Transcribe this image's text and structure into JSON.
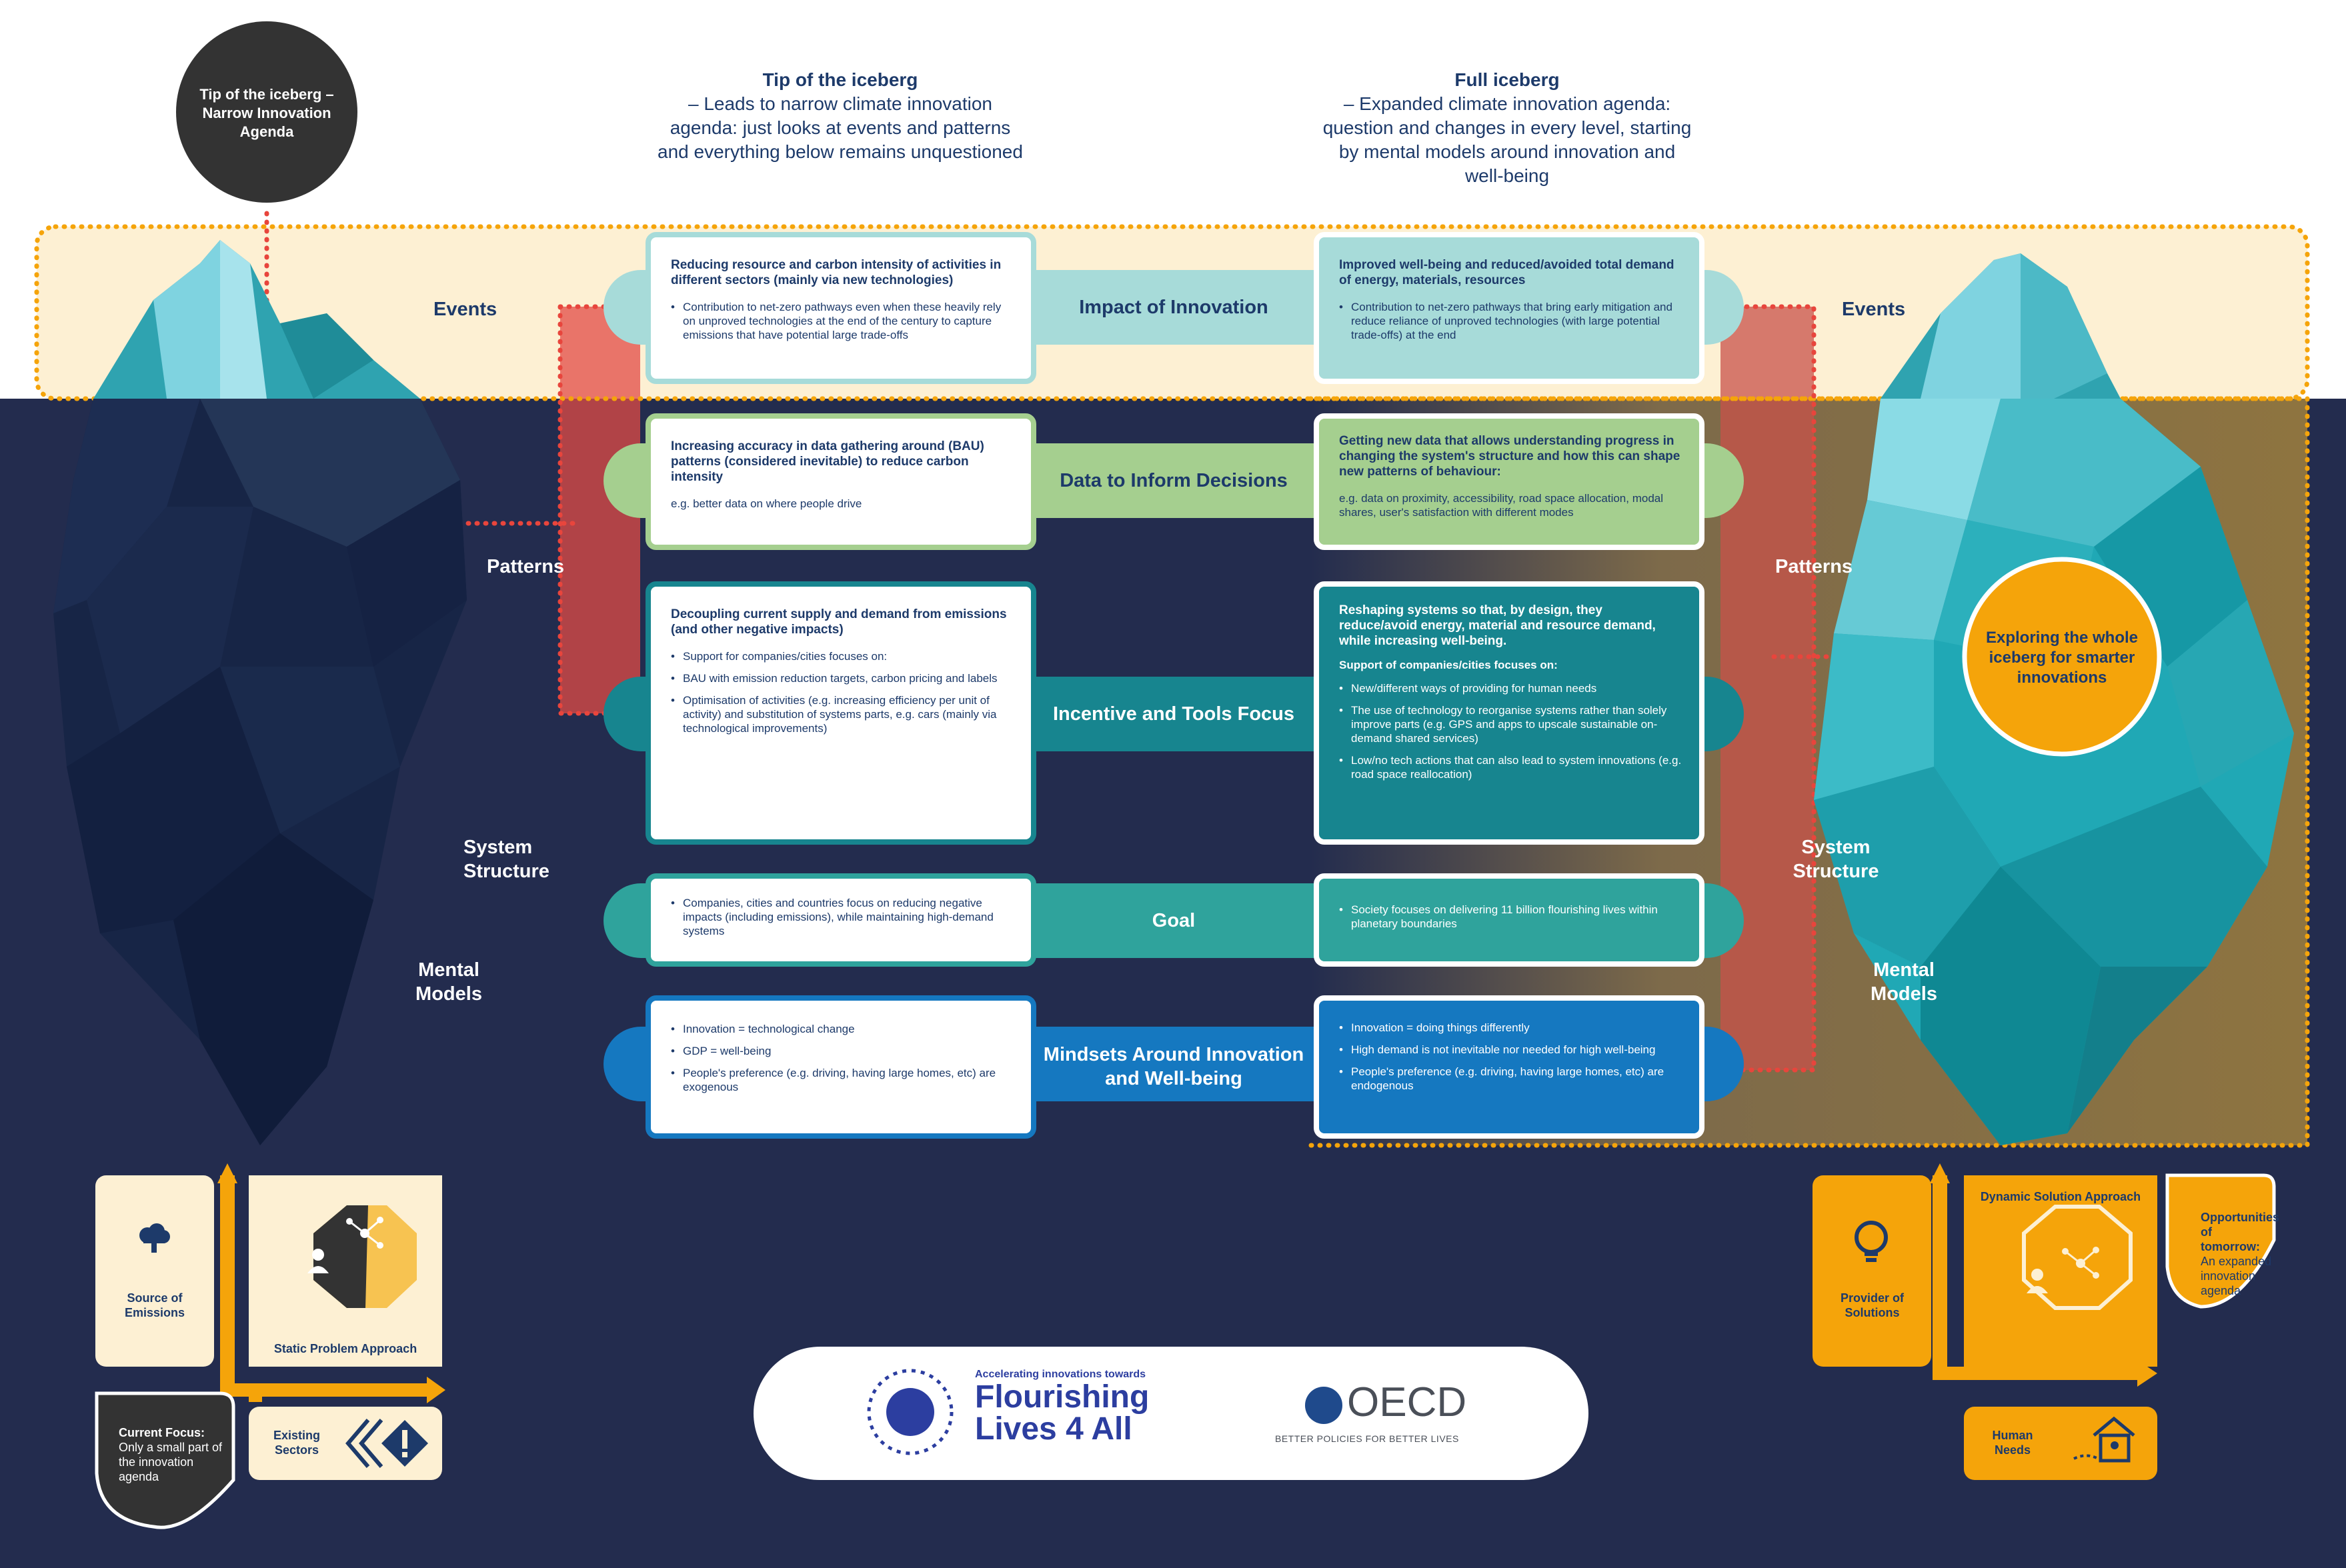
{
  "tip_circle": "Tip of the iceberg – Narrow Innovation Agenda",
  "left_header": {
    "title": "Tip of the iceberg",
    "body": "– Leads to narrow climate innovation agenda: just looks at events and patterns and everything below remains unquestioned"
  },
  "right_header": {
    "title": "Full iceberg",
    "body": "– Expanded climate innovation agenda: question and changes in every level, starting by mental models around innovation and well-being"
  },
  "levels": {
    "events": "Events",
    "patterns": "Patterns",
    "system_structure": "System Structure",
    "mental_models": "Mental Models"
  },
  "rows": [
    {
      "label": "Impact of Innovation",
      "left_head": "Reducing resource and carbon intensity of activities in different sectors (mainly via new technologies)",
      "left_bullets": [
        "Contribution to net-zero pathways even when these heavily rely on unproved technologies at the end of the century to capture emissions that have potential large trade-offs"
      ],
      "right_head": "Improved well-being and reduced/avoided total demand of energy, materials, resources",
      "right_bullets": [
        "Contribution to net-zero pathways that bring early mitigation and reduce reliance of unproved technologies (with large potential trade-offs) at the end"
      ]
    },
    {
      "label": "Data to Inform Decisions",
      "left_head": "Increasing accuracy in data gathering around (BAU) patterns (considered inevitable) to reduce carbon intensity",
      "left_note": "e.g. better data on where people drive",
      "right_head": "Getting new data that allows understanding progress in changing the system's structure and how this can shape new patterns of behaviour:",
      "right_note": "e.g. data on proximity, accessibility, road space allocation, modal shares, user's satisfaction with different modes"
    },
    {
      "label": "Incentive and Tools Focus",
      "left_head": "Decoupling current supply and demand from emissions (and other negative impacts)",
      "left_bullets": [
        "Support for companies/cities focuses on:",
        "BAU with emission reduction targets, carbon pricing and labels",
        "Optimisation of activities (e.g. increasing efficiency per unit of activity) and substitution of systems parts, e.g. cars (mainly via technological improvements)"
      ],
      "right_head": "Reshaping systems so that, by design, they reduce/avoid energy, material and resource demand, while increasing well-being.",
      "right_sub": "Support of companies/cities focuses on:",
      "right_bullets": [
        "New/different ways of providing for human needs",
        "The use of technology to reorganise systems rather than solely improve parts (e.g. GPS and apps to upscale sustainable on-demand shared services)",
        "Low/no tech actions that can also lead to system innovations (e.g. road space reallocation)"
      ]
    },
    {
      "label": "Goal",
      "left_bullets": [
        "Companies, cities and countries focus on reducing negative impacts (including emissions), while maintaining high-demand systems"
      ],
      "right_bullets": [
        "Society focuses on delivering 11 billion flourishing lives within planetary boundaries"
      ]
    },
    {
      "label": "Mindsets Around Innovation and Well-being",
      "left_bullets": [
        "Innovation = technological change",
        "GDP = well-being",
        "People's preference (e.g. driving, having large homes, etc) are exogenous"
      ],
      "right_bullets": [
        "Innovation = doing things differently",
        "High demand is not inevitable nor needed for high well-being",
        "People's preference (e.g. driving, having large homes, etc) are endogenous"
      ]
    }
  ],
  "explore_circle": "Exploring the whole iceberg for smarter innovations",
  "bottom_left": {
    "source": "Source of Emissions",
    "static": "Static Problem Approach",
    "existing": "Existing Sectors",
    "current_focus_title": "Current Focus:",
    "current_focus_body": "Only a small part of the innovation agenda"
  },
  "bottom_right": {
    "provider": "Provider of Solutions",
    "dynamic": "Dynamic Solution Approach",
    "human_needs": "Human Needs",
    "opportunities_title": "Opportunities of tomorrow:",
    "opportunities_body": "An expanded innovation agenda"
  },
  "logos": {
    "fl_tagline": "Accelerating innovations towards",
    "fl_line1": "Flourishing",
    "fl_line2": "Lives 4 All",
    "oecd": "OECD",
    "oecd_tagline": "BETTER POLICIES FOR BETTER LIVES"
  },
  "colors": {
    "navy": "#232c4e",
    "sky": "#fdf0d3",
    "row1": "#a7dbd9",
    "row2": "#a5cf8f",
    "row3": "#17858f",
    "row4": "#2fa39c",
    "row5": "#1578c0",
    "orange": "#f5a40a"
  }
}
